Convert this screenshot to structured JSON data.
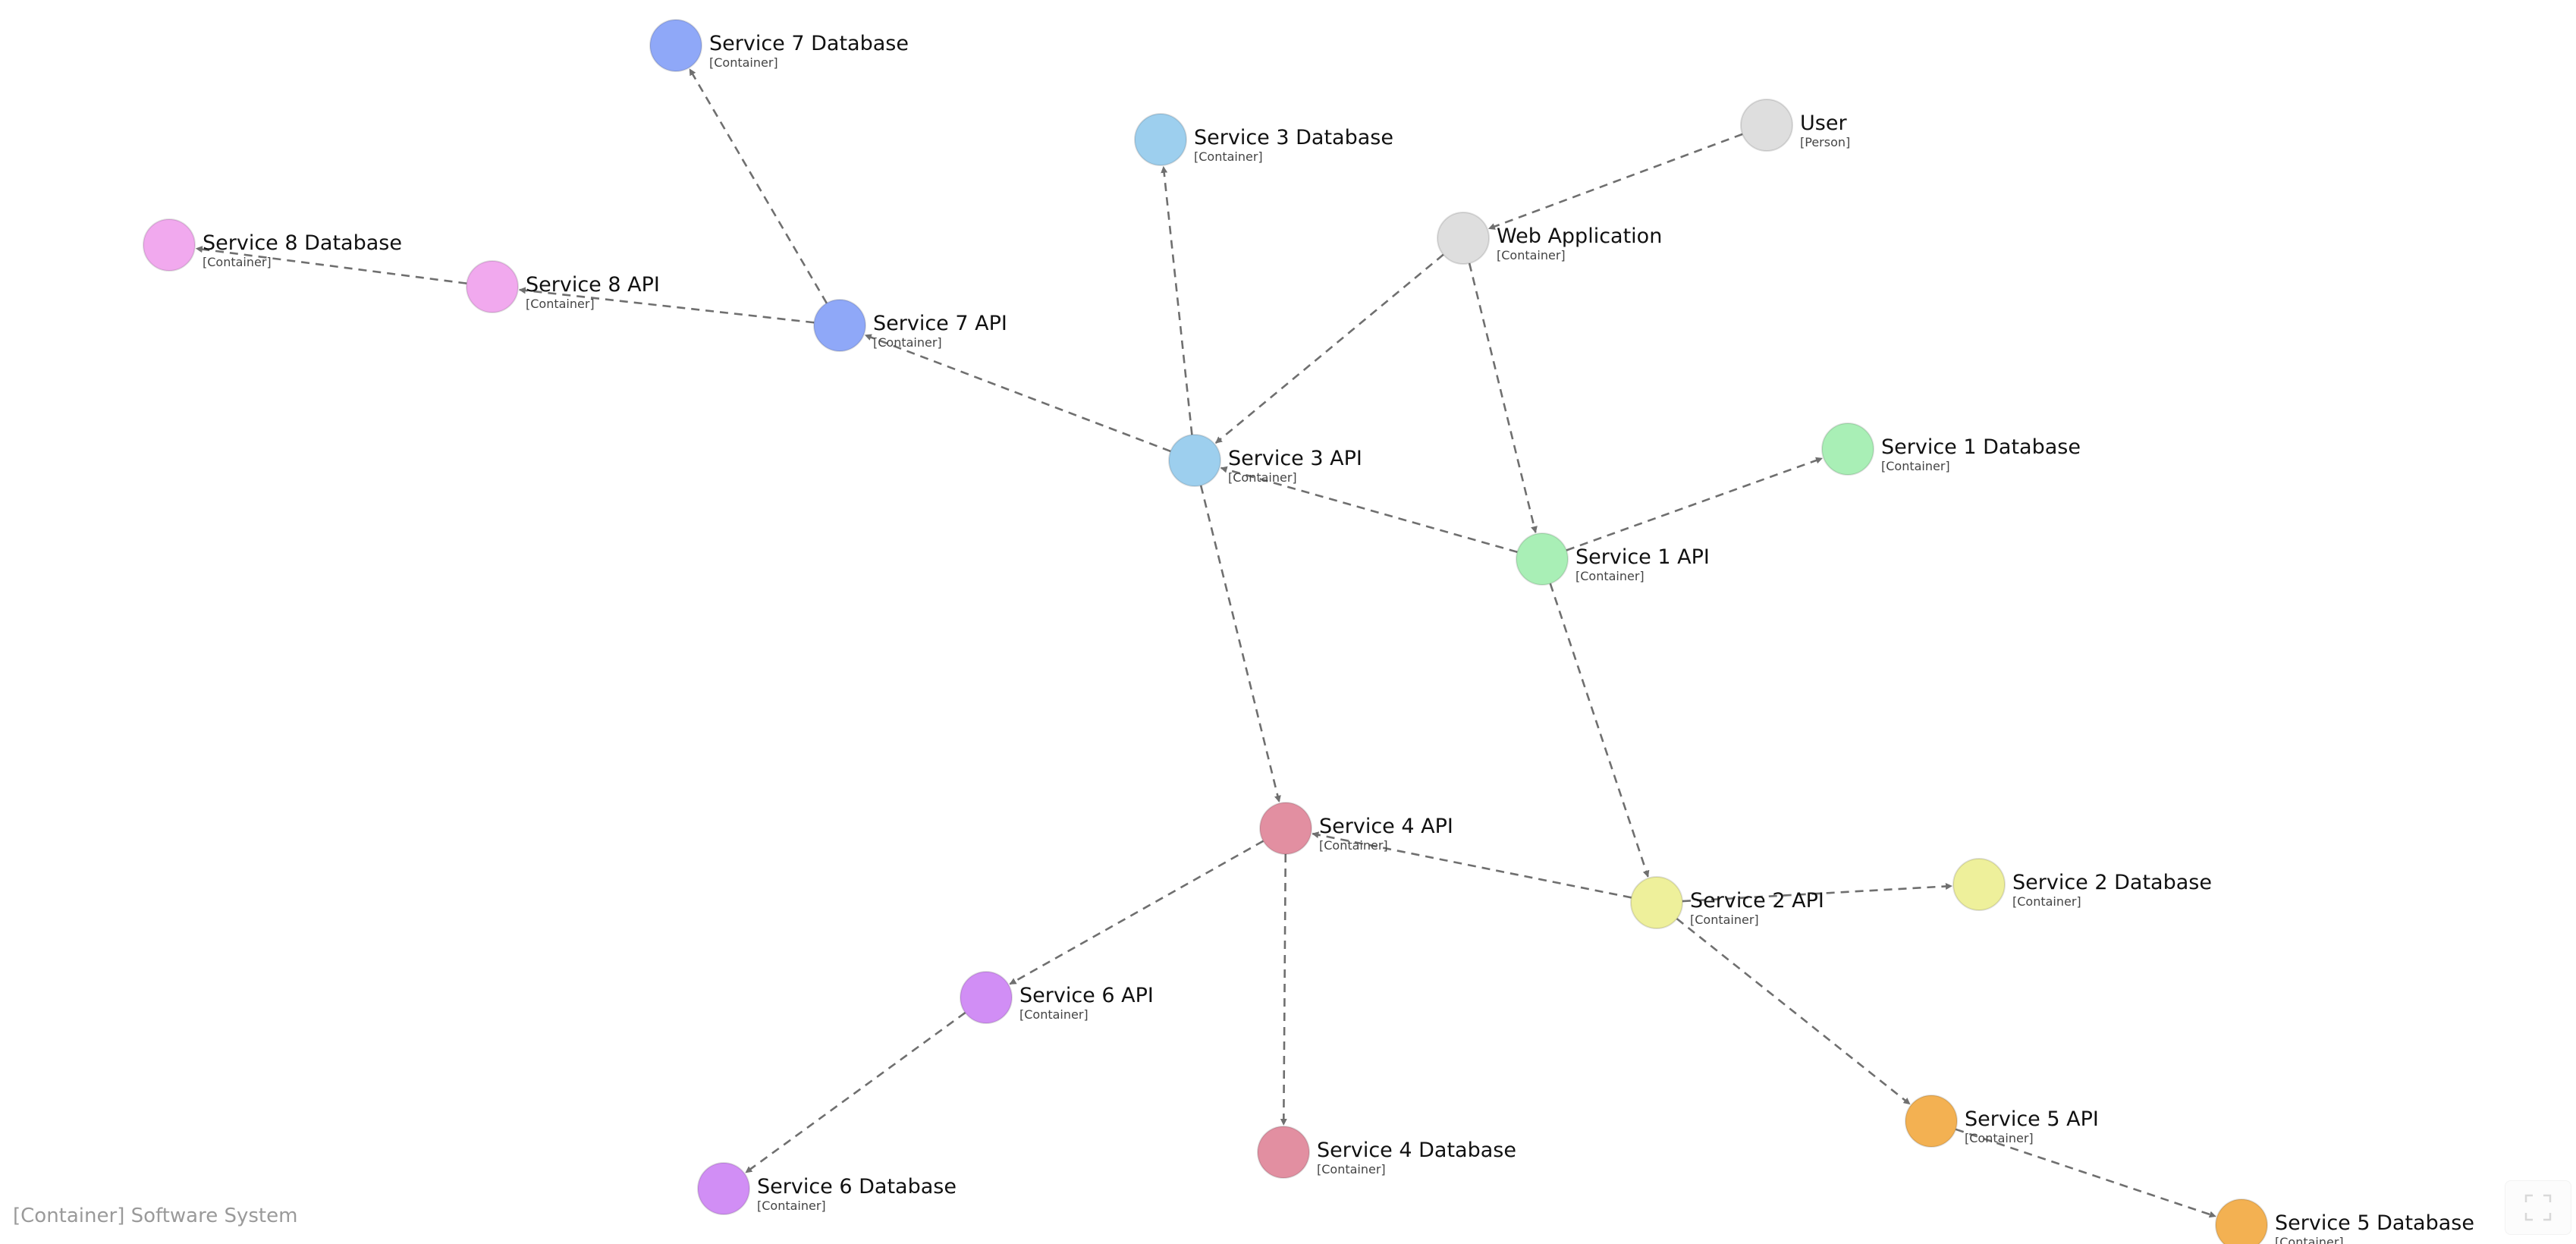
{
  "nodes": [
    {
      "id": "user",
      "name": "User",
      "type": "[Person]",
      "color": "#dedede"
    },
    {
      "id": "web",
      "name": "Web Application",
      "type": "[Container]",
      "color": "#dedede"
    },
    {
      "id": "s1api",
      "name": "Service 1 API",
      "type": "[Container]",
      "color": "#a9efb6"
    },
    {
      "id": "s1db",
      "name": "Service 1 Database",
      "type": "[Container]",
      "color": "#a9efb6"
    },
    {
      "id": "s2api",
      "name": "Service 2 API",
      "type": "[Container]",
      "color": "#eef09b"
    },
    {
      "id": "s2db",
      "name": "Service 2 Database",
      "type": "[Container]",
      "color": "#eef09b"
    },
    {
      "id": "s3api",
      "name": "Service 3 API",
      "type": "[Container]",
      "color": "#9dcfee"
    },
    {
      "id": "s3db",
      "name": "Service 3 Database",
      "type": "[Container]",
      "color": "#9dcfee"
    },
    {
      "id": "s4api",
      "name": "Service 4 API",
      "type": "[Container]",
      "color": "#e28fa1"
    },
    {
      "id": "s4db",
      "name": "Service 4 Database",
      "type": "[Container]",
      "color": "#e28fa1"
    },
    {
      "id": "s5api",
      "name": "Service 5 API",
      "type": "[Container]",
      "color": "#f3b152"
    },
    {
      "id": "s5db",
      "name": "Service 5 Database",
      "type": "[Container]",
      "color": "#f3b152"
    },
    {
      "id": "s6api",
      "name": "Service 6 API",
      "type": "[Container]",
      "color": "#d18ef5"
    },
    {
      "id": "s6db",
      "name": "Service 6 Database",
      "type": "[Container]",
      "color": "#d18ef5"
    },
    {
      "id": "s7api",
      "name": "Service 7 API",
      "type": "[Container]",
      "color": "#8fa8f8"
    },
    {
      "id": "s7db",
      "name": "Service 7 Database",
      "type": "[Container]",
      "color": "#8fa8f8"
    },
    {
      "id": "s8api",
      "name": "Service 8 API",
      "type": "[Container]",
      "color": "#f1a9ee"
    },
    {
      "id": "s8db",
      "name": "Service 8 Database",
      "type": "[Container]",
      "color": "#f1a9ee"
    }
  ],
  "edges": [
    [
      "user",
      "web"
    ],
    [
      "web",
      "s3api"
    ],
    [
      "web",
      "s1api"
    ],
    [
      "s1api",
      "s3api"
    ],
    [
      "s1api",
      "s1db"
    ],
    [
      "s1api",
      "s2api"
    ],
    [
      "s3api",
      "s3db"
    ],
    [
      "s3api",
      "s7api"
    ],
    [
      "s3api",
      "s4api"
    ],
    [
      "s7api",
      "s7db"
    ],
    [
      "s7api",
      "s8api"
    ],
    [
      "s8api",
      "s8db"
    ],
    [
      "s2api",
      "s4api"
    ],
    [
      "s2api",
      "s2db"
    ],
    [
      "s2api",
      "s5api"
    ],
    [
      "s5api",
      "s5db"
    ],
    [
      "s4api",
      "s6api"
    ],
    [
      "s4api",
      "s4db"
    ],
    [
      "s6api",
      "s6db"
    ]
  ],
  "legend": "[Container] Software System",
  "controls": {
    "fullscreen_icon": "fullscreen-icon"
  }
}
